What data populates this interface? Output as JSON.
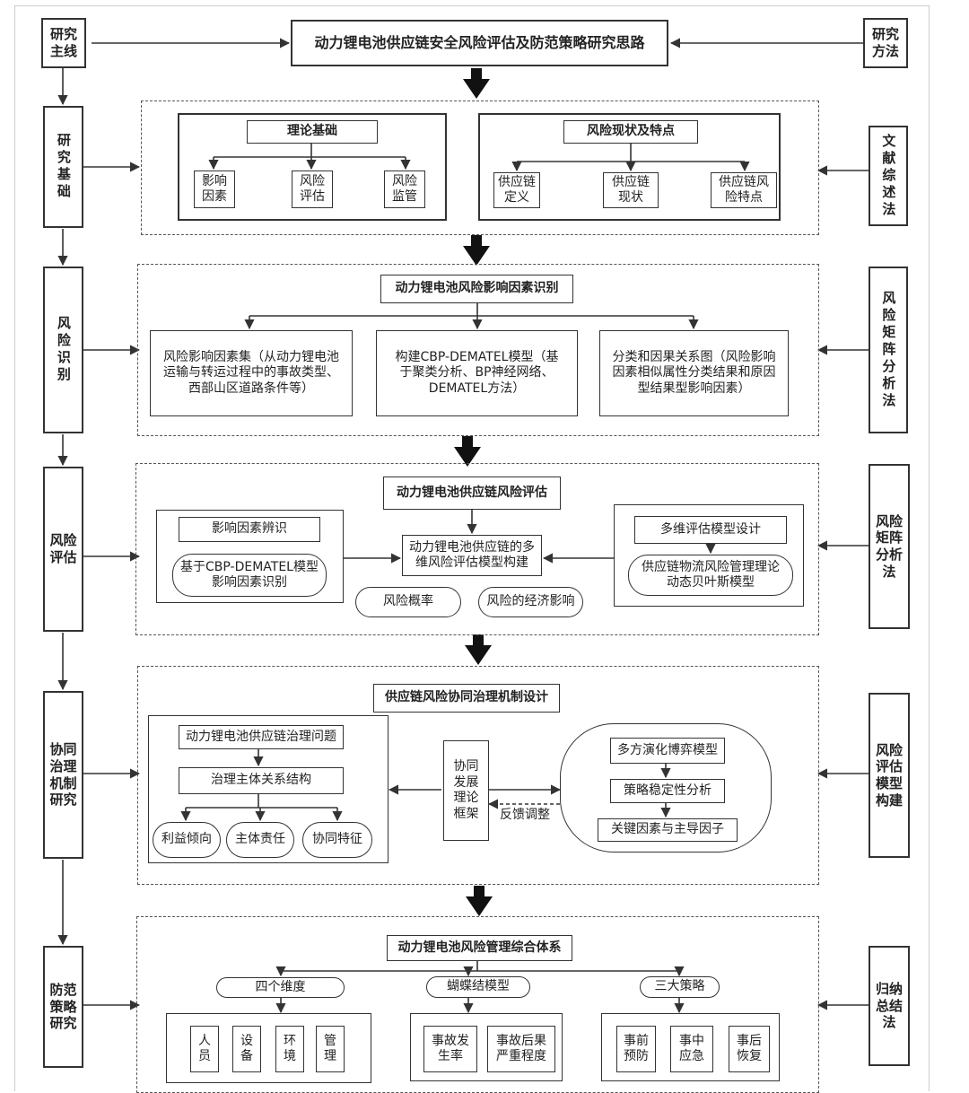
{
  "title": "动力锂电池供应链安全风险评估及防范策略研究思路",
  "left_header": "研究主线",
  "right_header": "研究方法",
  "main_line": [
    "研究基础",
    "风险识别",
    "风险评估",
    "协同治理机制研究",
    "防范策略研究"
  ],
  "methods": [
    "文献综述法",
    "风险矩阵分析法",
    "风险矩阵分析法",
    "风险评估模型构建",
    "归纳总结法"
  ],
  "basis": {
    "theory_title": "理论基础",
    "theory_items": [
      "影响因素",
      "风险评估",
      "风险监管"
    ],
    "status_title": "风险现状及特点",
    "status_items": [
      "供应链定义",
      "供应链现状",
      "供应链风险特点"
    ]
  },
  "identify": {
    "title": "动力锂电池风险影响因素识别",
    "items": [
      "风险影响因素集（从动力锂电池运输与转运过程中的事故类型、西部山区道路条件等）",
      "构建CBP-DEMATEL模型（基于聚类分析、BP神经网络、DEMATEL方法）",
      "分类和因果关系图（风险影响因素相似属性分类结果和原因型结果型影响因素）"
    ]
  },
  "assess": {
    "title": "动力锂电池供应链风险评估",
    "left_top": "影响因素辨识",
    "left_bottom": "基于CBP-DEMATEL模型影响因素识别",
    "center": "动力锂电池供应链的多维风险评估模型构建",
    "bottom_items": [
      "风险概率",
      "风险的经济影响"
    ],
    "right_top": "多维评估模型设计",
    "right_bottom": "供应链物流风险管理理论动态贝叶斯模型"
  },
  "govern": {
    "title": "供应链风险协同治理机制设计",
    "left_top": "动力锂电池供应链治理问题",
    "left_mid": "治理主体关系结构",
    "left_items": [
      "利益倾向",
      "主体责任",
      "协同特征"
    ],
    "center": "协同发展理论框架",
    "feedback": "反馈调整",
    "right_items": [
      "多方演化博弈模型",
      "策略稳定性分析",
      "关键因素与主导因子"
    ]
  },
  "strategy": {
    "title": "动力锂电池风险管理综合体系",
    "groups": [
      {
        "name": "四个维度",
        "items": [
          "人员",
          "设备",
          "环境",
          "管理"
        ]
      },
      {
        "name": "蝴蝶结模型",
        "items": [
          "事故发生率",
          "事故后果严重程度"
        ]
      },
      {
        "name": "三大策略",
        "items": [
          "事前预防",
          "事中应急",
          "事后恢复"
        ]
      }
    ]
  }
}
